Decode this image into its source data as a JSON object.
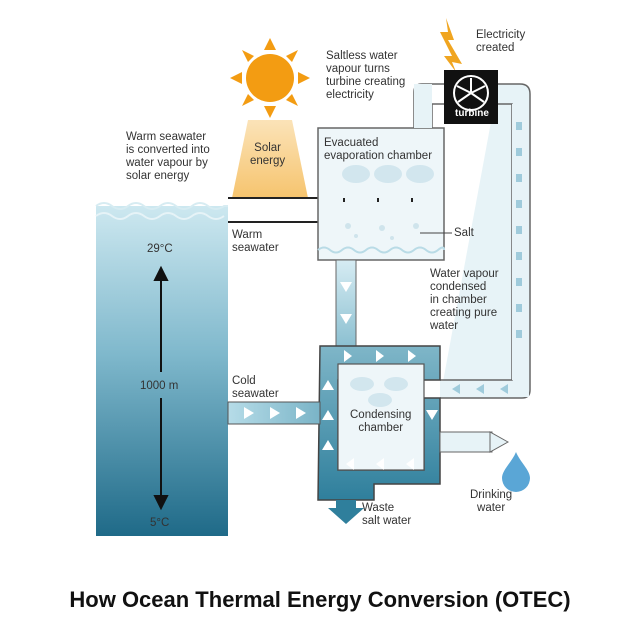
{
  "labels": {
    "saltless_vapour": "Saltless water\nvapour turns\nturbine creating\nelectricity",
    "electricity": "Electricity\ncreated",
    "turbine": "turbine",
    "warm_converted": "Warm seawater\nis converted into\nwater vapour by\nsolar energy",
    "solar": "Solar\nenergy",
    "evap_chamber": "Evacuated\nevaporation chamber",
    "salt": "Salt",
    "warm_seawater": "Warm\nseawater",
    "temp_top": "29°C",
    "vapour_condensed": "Water vapour\ncondensed\nin chamber\ncreating pure\nwater",
    "depth": "1000 m",
    "cold_seawater": "Cold\nseawater",
    "condensing": "Condensing\nchamber",
    "drinking": "Drinking\nwater",
    "waste": "Waste\nsalt water",
    "temp_bottom": "5°C"
  },
  "caption": "How Ocean Thermal Energy Conversion (OTEC)",
  "icons": [
    "sun-icon",
    "lightning-icon",
    "turbine-icon",
    "water-drop-icon",
    "cloud-icon"
  ],
  "colors": {
    "ocean_top": "#c9e6ef",
    "ocean_bottom": "#226e8c",
    "pipe_light": "#dbeef4",
    "pipe_dark": "#3a86a0",
    "sun": "#f39c12",
    "solar_beam": "#f7c978",
    "lightning": "#f0a520"
  }
}
